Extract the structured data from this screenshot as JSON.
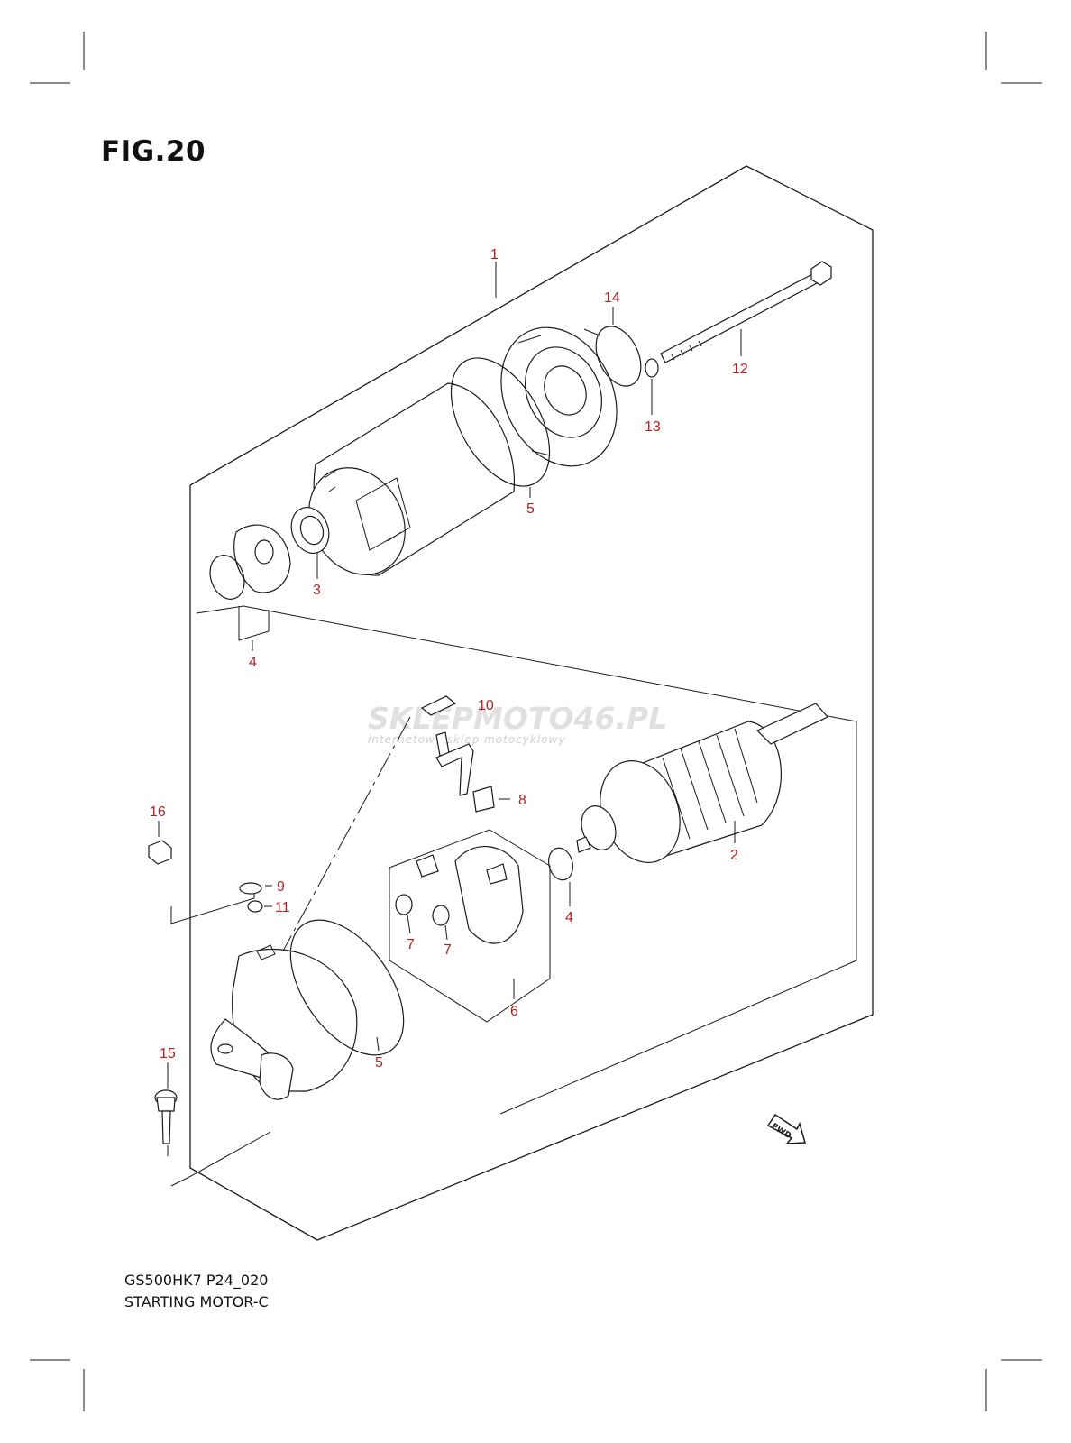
{
  "figure": {
    "title": "FIG.20"
  },
  "footer": {
    "model_code": "GS500HK7 P24_020",
    "section_name": "STARTING MOTOR-C"
  },
  "watermark": {
    "brand": "SKLEPMOTO46.PL",
    "tagline": "internetowy sklep motocyklowy"
  },
  "direction_indicator": {
    "label": "FWD"
  },
  "callouts": [
    {
      "number": "1"
    },
    {
      "number": "14"
    },
    {
      "number": "12"
    },
    {
      "number": "13"
    },
    {
      "number": "5"
    },
    {
      "number": "3"
    },
    {
      "number": "4"
    },
    {
      "number": "10"
    },
    {
      "number": "8"
    },
    {
      "number": "16"
    },
    {
      "number": "2"
    },
    {
      "number": "9"
    },
    {
      "number": "11"
    },
    {
      "number": "4"
    },
    {
      "number": "7"
    },
    {
      "number": "7"
    },
    {
      "number": "6"
    },
    {
      "number": "5"
    },
    {
      "number": "15"
    }
  ],
  "colors": {
    "callout_text": "#b22222",
    "line_art": "#1a1a1a",
    "background": "#ffffff"
  }
}
